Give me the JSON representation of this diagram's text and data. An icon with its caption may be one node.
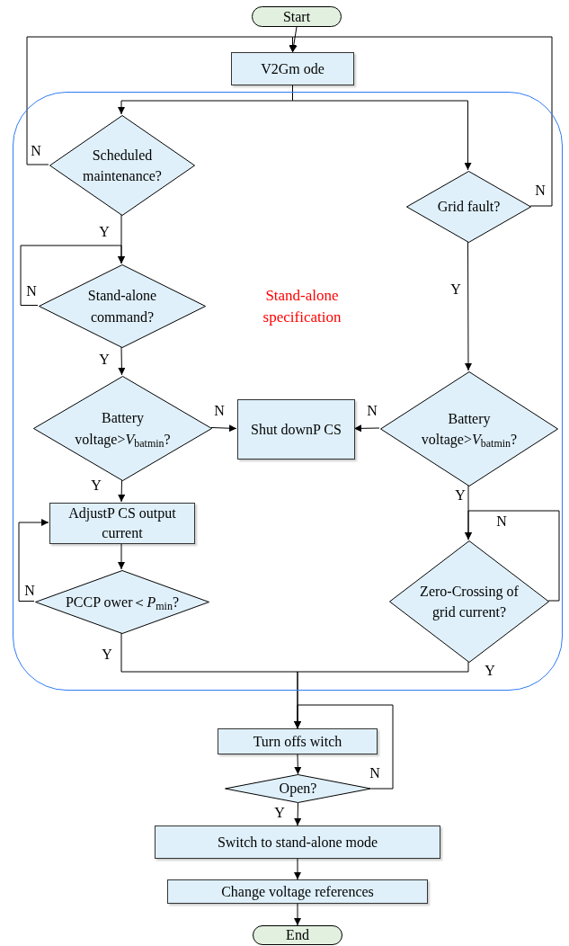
{
  "diagram": {
    "nodes": [
      {
        "text": [
          "Start"
        ]
      },
      {
        "text": [
          "V2Gm ode"
        ]
      },
      {
        "text": [
          "Stand-alone specification"
        ]
      },
      {
        "text": [
          "Scheduled maintenance?"
        ],
        "in": 2
      },
      {
        "text": [
          "Grid fault?"
        ],
        "in": 2
      },
      {
        "text": [
          "Stand-alone command?"
        ],
        "in": 2
      },
      {
        "text": [
          "Battery voltage>*V*$_{batmin}$?"
        ],
        "in": 2
      },
      {
        "text": [
          "Shut downP CS"
        ],
        "in": 2
      },
      {
        "text": [
          "Battery voltage>*V*$_{batmin}$?"
        ],
        "in": 2
      },
      {
        "text": [
          "AdjustP CS output current"
        ],
        "in": 2
      },
      {
        "text": [
          "PCCP ower＜*P*$_{min}$?"
        ],
        "in": 2
      },
      {
        "text": [
          "Zero-Crossing of grid current?"
        ],
        "in": 2
      },
      {
        "text": [
          "Turn offs witch"
        ]
      },
      {
        "text": [
          "Open?"
        ]
      },
      {
        "text": [
          "Switch to stand-alone mode"
        ]
      },
      {
        "text": [
          "Change voltage references"
        ]
      },
      {
        "text": [
          "End"
        ]
      }
    ],
    "edges": [
      {
        "from": 0,
        "to": 1,
        "arrow": "to"
      },
      {
        "from": 3,
        "to": 1,
        "arrow": "to",
        "label": "N"
      },
      {
        "from": 4,
        "to": 1,
        "arrow": "to",
        "label": "N"
      },
      {
        "from": 1,
        "to": 3,
        "arrow": "to"
      },
      {
        "from": 1,
        "to": 4,
        "arrow": "to"
      },
      {
        "from": 3,
        "to": 5,
        "arrow": "to",
        "label": "Y"
      },
      {
        "from": 5,
        "to": 5,
        "arrow": "to",
        "label": "N"
      },
      {
        "from": 5,
        "to": 6,
        "arrow": "to",
        "label": "Y"
      },
      {
        "from": 6,
        "to": 7,
        "arrow": "to",
        "label": "N"
      },
      {
        "from": 8,
        "to": 7,
        "arrow": "to",
        "label": "N"
      },
      {
        "from": 4,
        "to": 8,
        "arrow": "to",
        "label": "Y"
      },
      {
        "from": 6,
        "to": 9,
        "arrow": "to",
        "label": "Y"
      },
      {
        "from": 9,
        "to": 10,
        "arrow": "to"
      },
      {
        "from": 10,
        "to": 9,
        "arrow": "to",
        "label": "N"
      },
      {
        "from": 8,
        "to": 11,
        "arrow": "to",
        "label": "Y"
      },
      {
        "from": 11,
        "to": 11,
        "arrow": "to",
        "label": "N"
      },
      {
        "from": 10,
        "to": 12,
        "arrow": "to",
        "label": "Y"
      },
      {
        "from": 11,
        "to": 12,
        "arrow": "to",
        "label": "Y"
      },
      {
        "from": 12,
        "to": 13,
        "arrow": "to"
      },
      {
        "from": 13,
        "to": 12,
        "arrow": "to",
        "label": "N"
      },
      {
        "from": 13,
        "to": 14,
        "arrow": "to",
        "label": "Y"
      },
      {
        "from": 14,
        "to": 15,
        "arrow": "to"
      },
      {
        "from": 15,
        "to": 16,
        "arrow": "to"
      }
    ]
  }
}
